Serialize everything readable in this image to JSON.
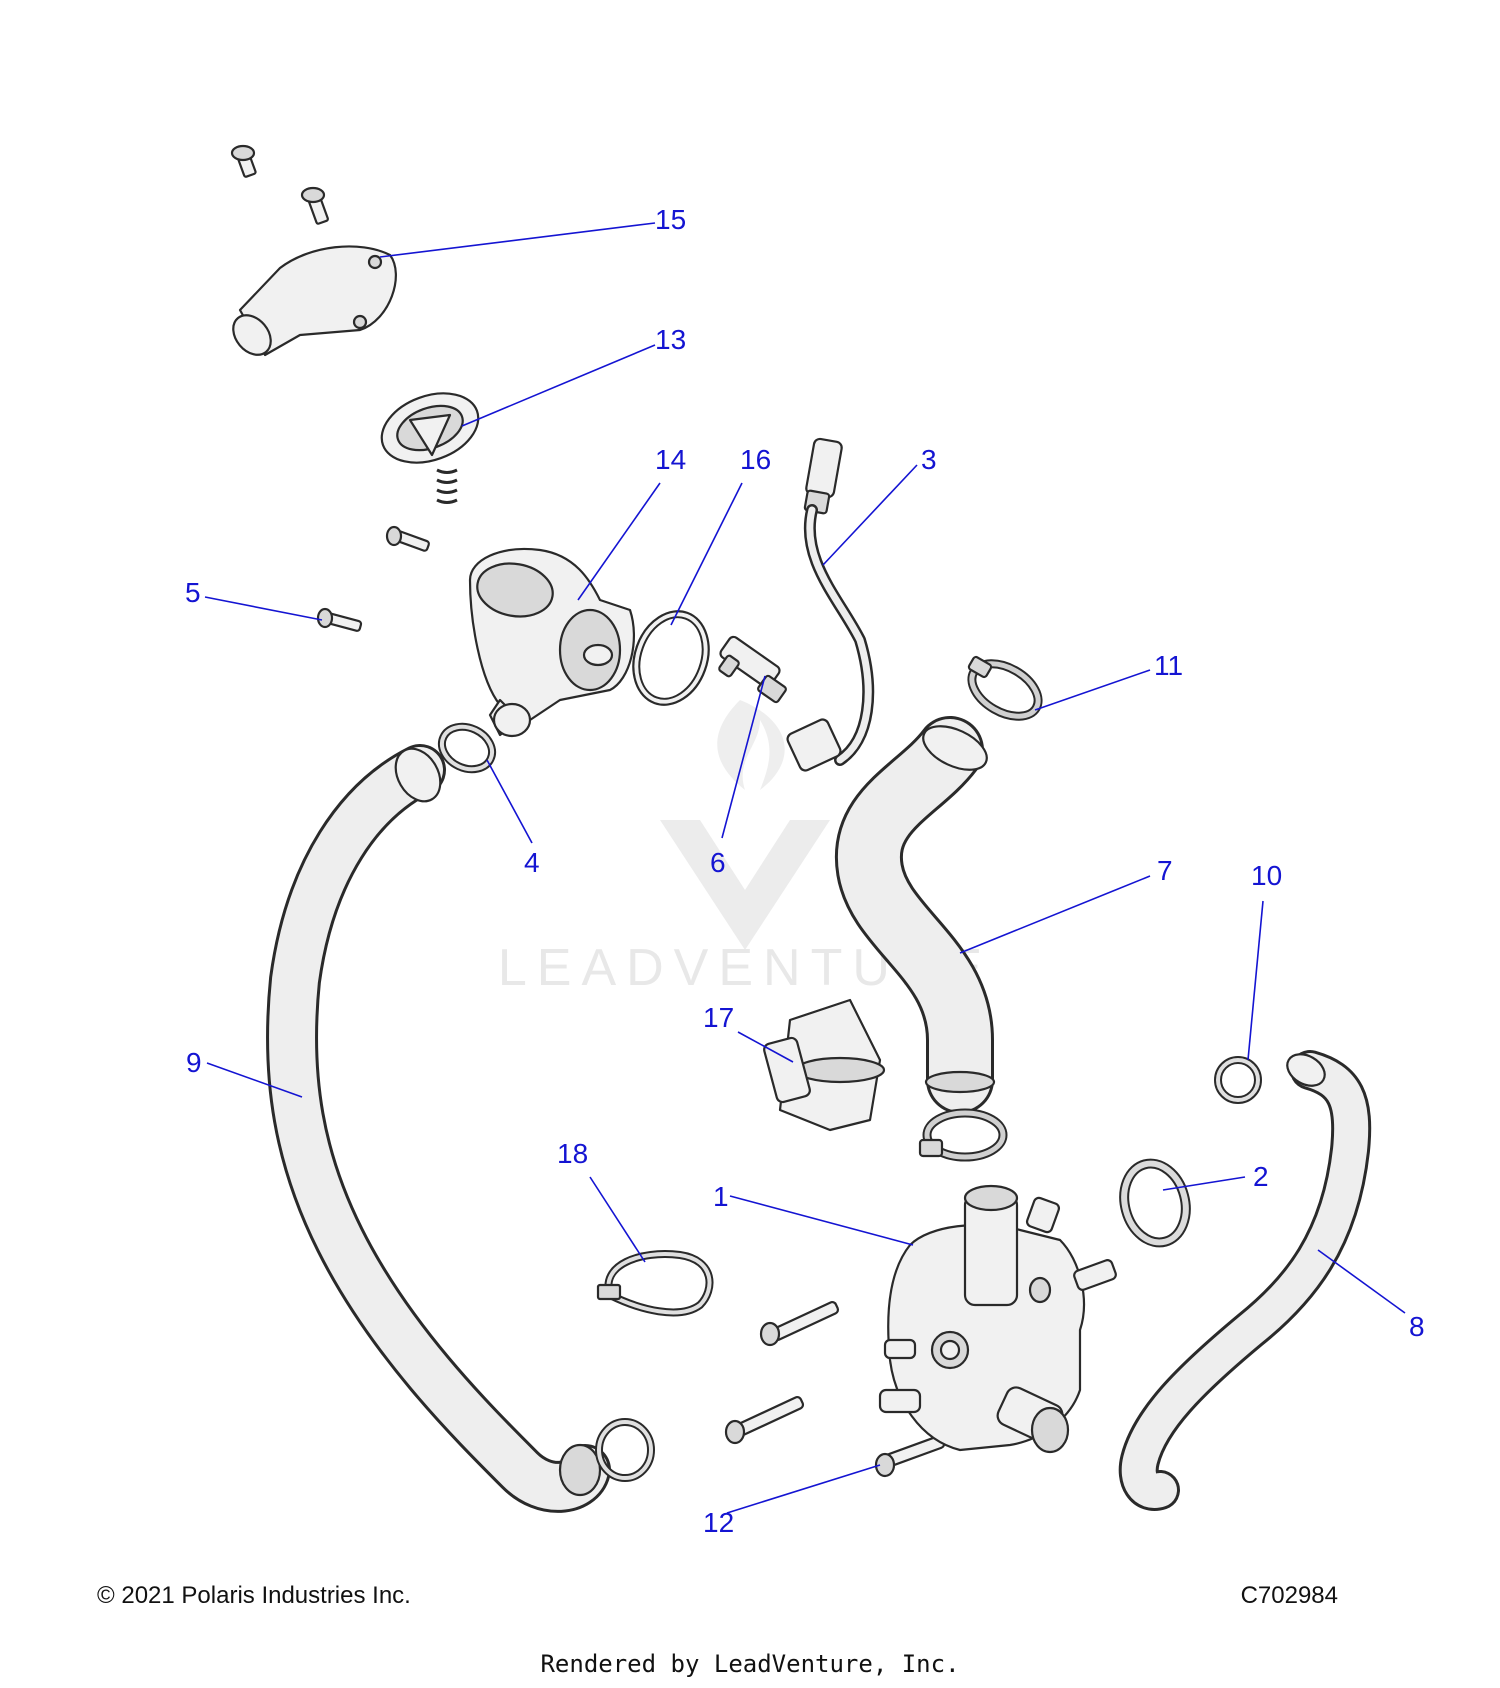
{
  "diagram": {
    "watermark_text": "LEADVENTURE",
    "callouts": [
      {
        "id": "c1",
        "label": "1"
      },
      {
        "id": "c2",
        "label": "2"
      },
      {
        "id": "c3",
        "label": "3"
      },
      {
        "id": "c4",
        "label": "4"
      },
      {
        "id": "c5",
        "label": "5"
      },
      {
        "id": "c6",
        "label": "6"
      },
      {
        "id": "c7",
        "label": "7"
      },
      {
        "id": "c8",
        "label": "8"
      },
      {
        "id": "c9",
        "label": "9"
      },
      {
        "id": "c10",
        "label": "10"
      },
      {
        "id": "c11",
        "label": "11"
      },
      {
        "id": "c12",
        "label": "12"
      },
      {
        "id": "c13",
        "label": "13"
      },
      {
        "id": "c14",
        "label": "14"
      },
      {
        "id": "c15",
        "label": "15"
      },
      {
        "id": "c16",
        "label": "16"
      },
      {
        "id": "c17",
        "label": "17"
      },
      {
        "id": "c18",
        "label": "18"
      }
    ],
    "callout_color": "#1414d2"
  },
  "footer": {
    "copyright": "© 2021 Polaris Industries Inc.",
    "diagram_code": "C702984",
    "render_credit": "Rendered by LeadVenture, Inc."
  }
}
